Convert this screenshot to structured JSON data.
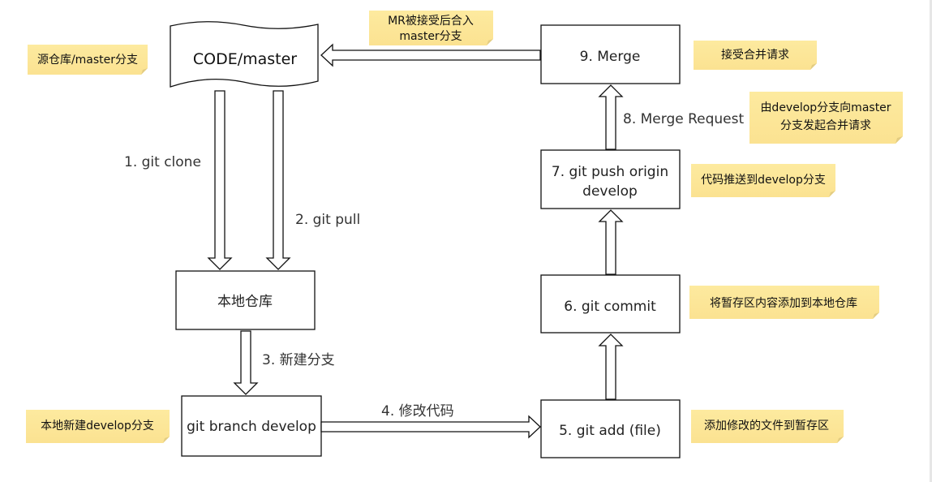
{
  "source_repo": {
    "title": "CODE/master"
  },
  "boxes": {
    "local_repo": "本地仓库",
    "branch": "git branch develop",
    "add": "5. git add (file)",
    "commit": "6. git commit",
    "push_line1": "7. git push origin",
    "push_line2": "develop",
    "merge": "9. Merge"
  },
  "arrows": {
    "clone": "1. git clone",
    "pull": "2. git pull",
    "new_branch": "3. 新建分支",
    "modify": "4. 修改代码",
    "merge_request": "8. Merge Request"
  },
  "notes": {
    "source": "源仓库/master分支",
    "mr_line1": "MR被接受后合入",
    "mr_line2": "master分支",
    "accept": "接受合并请求",
    "request_line1": "由develop分支向master",
    "request_line2": "分支发起合并请求",
    "push": "代码推送到develop分支",
    "commit": "将暂存区内容添加到本地仓库",
    "branch": "本地新建develop分支",
    "add": "添加修改的文件到暂存区"
  },
  "colors": {
    "note_fill": "#fde9a6",
    "note_shadow": "#e3cc82",
    "stroke": "#111111"
  }
}
